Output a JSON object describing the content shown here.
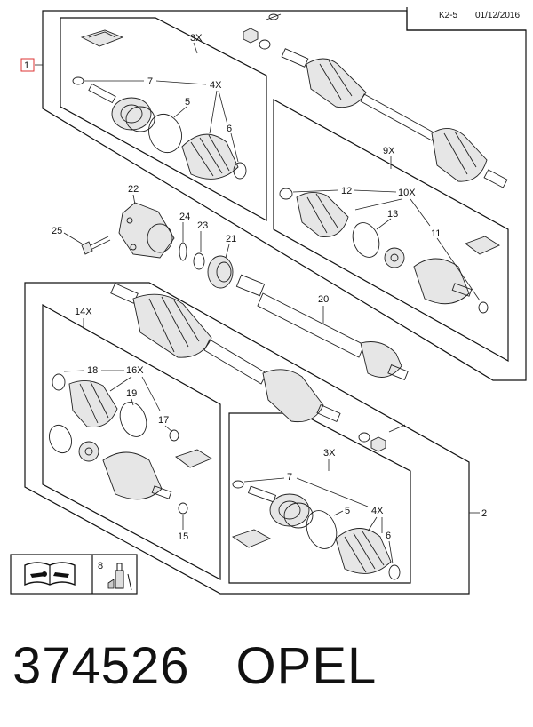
{
  "header": {
    "page_ref": "K2-5",
    "date": "01/12/2016"
  },
  "callouts": {
    "c1": "1",
    "c2": "2",
    "c3x_top": "3X",
    "c3x_bot": "3X",
    "c4x_top": "4X",
    "c4x_bot": "4X",
    "c5_top": "5",
    "c5_bot": "5",
    "c6_top": "6",
    "c6_bot": "6",
    "c7_top": "7",
    "c7_bot": "7",
    "c8": "8",
    "c9x": "9X",
    "c10x": "10X",
    "c11": "11",
    "c12": "12",
    "c13": "13",
    "c14x": "14X",
    "c15": "15",
    "c16x": "16X",
    "c17": "17",
    "c18": "18",
    "c19": "19",
    "c20": "20",
    "c21": "21",
    "c22": "22",
    "c23": "23",
    "c24": "24",
    "c25": "25"
  },
  "footer": {
    "part_number": "374526",
    "brand": "OPEL"
  }
}
